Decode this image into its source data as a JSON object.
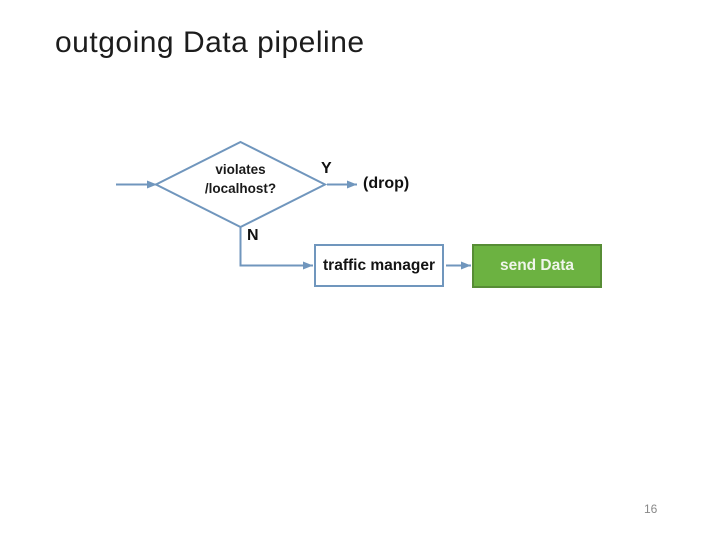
{
  "slide": {
    "title": "outgoing Data pipeline",
    "page_number": "16"
  },
  "flowchart": {
    "decision": {
      "label_line1": "violates",
      "label_line2": "/localhost?"
    },
    "yes_label": "Y",
    "no_label": "N",
    "drop_label": "(drop)",
    "traffic_manager_label": "traffic manager",
    "send_data_label": "send Data"
  },
  "colors": {
    "connector_blue": "#7096BD",
    "process_box_border": "#7096BD",
    "send_box_fill": "#6CB241",
    "send_box_border": "#578D35",
    "send_box_text": "#EFF5EA",
    "title_text": "#1c1c1c",
    "label_text": "#111111",
    "page_number_gray": "#898989",
    "background": "#ffffff"
  }
}
